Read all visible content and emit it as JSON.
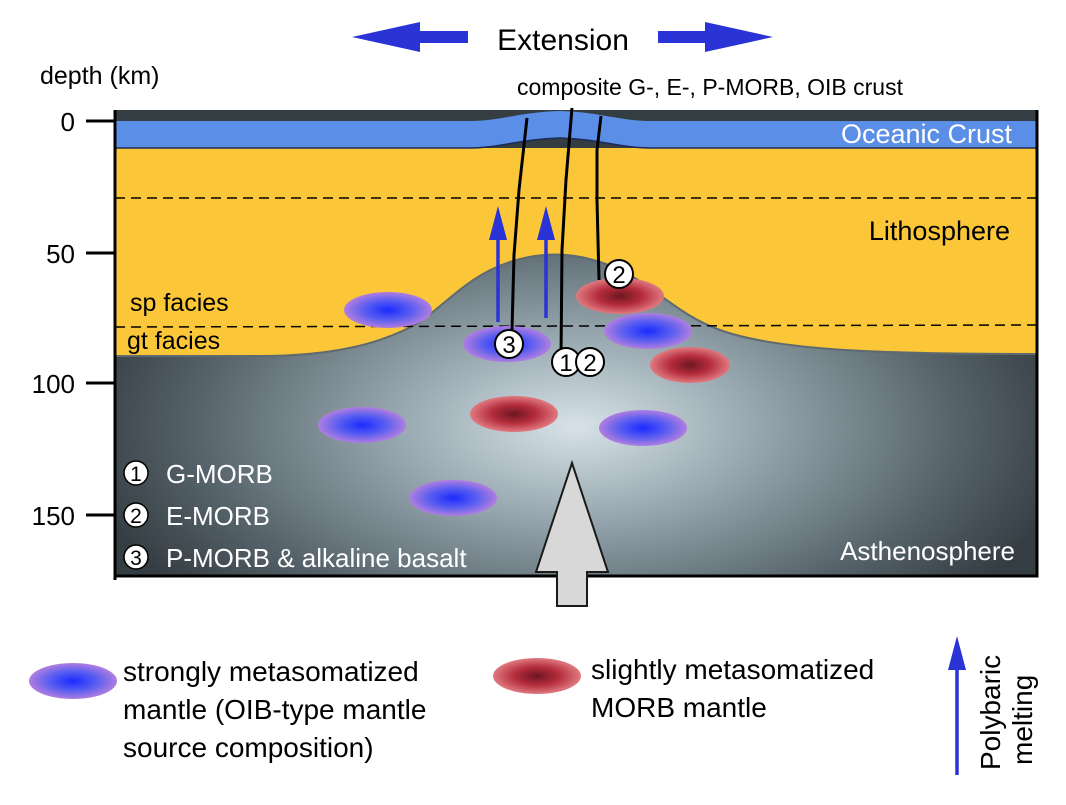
{
  "top": {
    "extension_label": "Extension",
    "crust_label": "composite G-, E-, P-MORB, OIB crust"
  },
  "depth_axis": {
    "title": "depth (km)",
    "ticks": [
      "0",
      "50",
      "100",
      "150"
    ]
  },
  "layers": {
    "oceanic_crust": "Oceanic Crust",
    "lithosphere": "Lithosphere",
    "asthenosphere": "Asthenosphere",
    "sp_facies": "sp facies",
    "gt_facies": "gt facies"
  },
  "markers": {
    "marker_3": "3",
    "marker_2": "2",
    "marker_12_a": "1",
    "marker_12_b": "2"
  },
  "inset_legend": [
    {
      "number": "1",
      "label": "G-MORB"
    },
    {
      "number": "2",
      "label": "E-MORB"
    },
    {
      "number": "3",
      "label": "P-MORB & alkaline basalt"
    }
  ],
  "legend": {
    "strong_line1": "strongly metasomatized",
    "strong_line2": "mantle (OIB-type mantle",
    "strong_line3": "source composition)",
    "slight_line1": "slightly metasomatized",
    "slight_line2": "MORB mantle",
    "polybaric_line1": "Polybaric",
    "polybaric_line2": "melting"
  },
  "colors": {
    "crust_blue": "#5b8ee6",
    "lithosphere_yellow": "#fbc739",
    "asthenosphere_dark": "#3c464b",
    "blob_blue": "#3a4ae6",
    "blob_red": "#b72a3a",
    "arrow_blue": "#2a33d6"
  }
}
